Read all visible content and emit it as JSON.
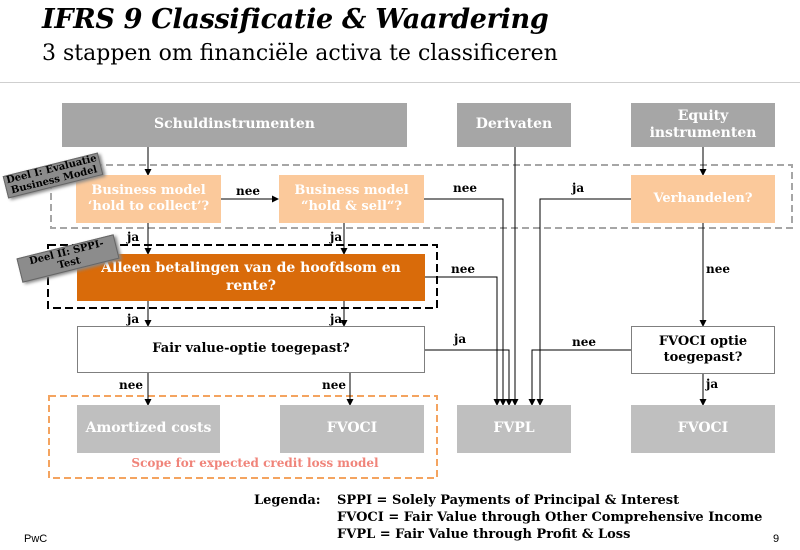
{
  "title": "IFRS 9 Classificatie & Waardering",
  "subtitle": "3 stappen om financiële activa te classificeren",
  "boxes": {
    "schuld": "Schuldinstrumenten",
    "derivaten": "Derivaten",
    "equity": "Equity instrumenten",
    "bm_htc": "Business model ‘hold to collect’?",
    "bm_hs": "Business model “hold & sell“?",
    "verhandelen": "Verhandelen?",
    "sppi": "Alleen betalingen van de hoofdsom en rente?",
    "fvo": "Fair value-optie toegepast?",
    "fvoci_optie": "FVOCI optie toegepast?",
    "amortized": "Amortized costs",
    "fvoci_left": "FVOCI",
    "fvpl": "FVPL",
    "fvoci_right": "FVOCI"
  },
  "tags": {
    "deel1": "Deel I: Evaluatie Business Model",
    "deel2": "Deel II: SPPI-Test"
  },
  "labels": {
    "nee": "nee",
    "ja": "ja"
  },
  "scope_text": "Scope for expected credit loss model",
  "legend": {
    "label": "Legenda:",
    "lines": [
      "SPPI = Solely Payments of Principal & Interest",
      "FVOCI = Fair Value through Other Comprehensive Income",
      "FVPL = Fair Value through Profit & Loss"
    ]
  },
  "footer": {
    "brand": "PwC",
    "page": "9"
  },
  "colors": {
    "gray": "#a6a6a6",
    "light_gray": "#bfbfbf",
    "peach": "#fbc99b",
    "orange": "#d96b0a",
    "ecl_dash": "#f4a460",
    "ecl_text": "#f0847a"
  }
}
